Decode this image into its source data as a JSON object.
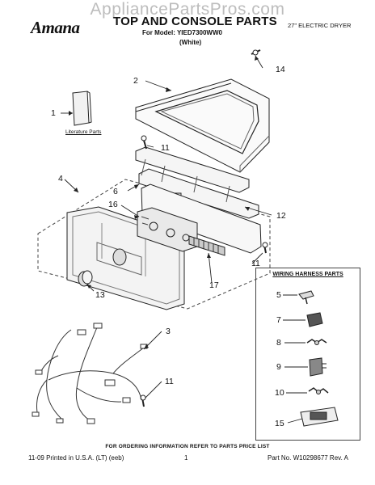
{
  "watermark": "AppliancePartsPros.com",
  "header": {
    "brand": "Amana",
    "title": "TOP AND CONSOLE PARTS",
    "subtitle": "27\" ELECTRIC DRYER",
    "model": "For Model: YIED7300WW0",
    "color": "(White)"
  },
  "literature_label": "Literature Parts",
  "callouts": {
    "c1": "1",
    "c2": "2",
    "c3": "3",
    "c4": "4",
    "c5": "5",
    "c6": "6",
    "c7": "7",
    "c8": "8",
    "c9": "9",
    "c10": "10",
    "c11a": "11",
    "c11b": "11",
    "c11c": "11",
    "c12": "12",
    "c13": "13",
    "c14": "14",
    "c15": "15",
    "c16": "16",
    "c17": "17"
  },
  "harness": {
    "title": "WIRING HARNESS PARTS"
  },
  "footer": {
    "order_info": "FOR ORDERING INFORMATION REFER TO PARTS PRICE LIST",
    "printed": "11-09 Printed in U.S.A. (LT) (eeb)",
    "page": "1",
    "part_no": "Part No. W10298677 Rev. A"
  }
}
